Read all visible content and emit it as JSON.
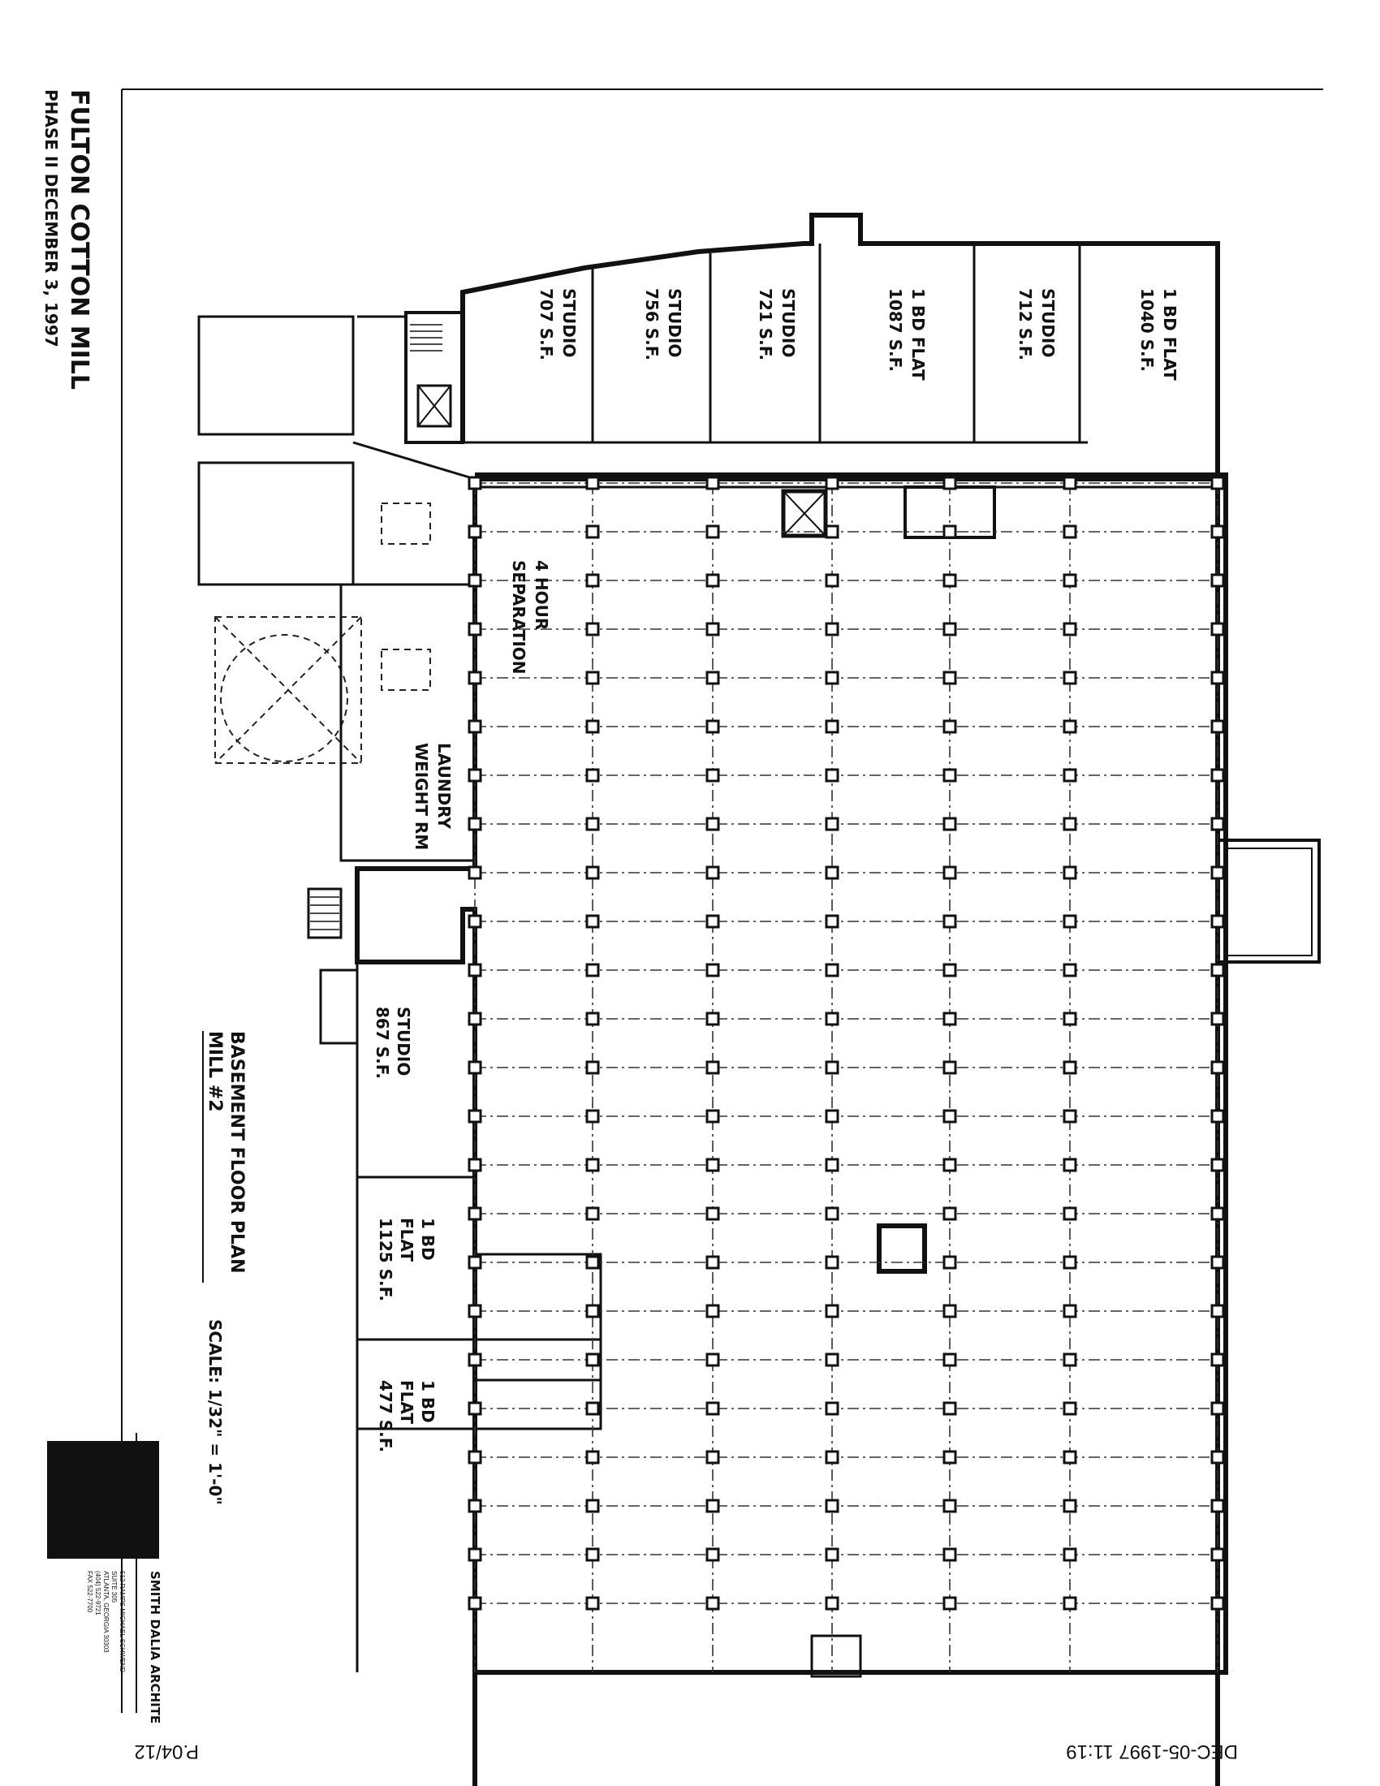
{
  "title_block": {
    "project": "FULTON COTTON MILL",
    "phase_date": "PHASE II  DECEMBER 3, 1997",
    "sheet_title": "BASEMENT FLOOR PLAN",
    "building": "MILL #2",
    "scale": "SCALE: 1/32\" = 1'-0\""
  },
  "architect": {
    "name": "SMITH DALIA ARCHITE",
    "address_lines": [
      "512 RAMPS MICHAEL SCHWEND",
      "SUITE 305",
      "ATLANTA, GEORGIA 30303",
      "(404) 522-9721",
      "FAX 522-7700"
    ]
  },
  "fax_header": {
    "timestamp": "DEC-05-1997  11:19",
    "page": "P.04/12"
  },
  "rooms_north": [
    {
      "type": "1 BD FLAT",
      "area": "1040 S.F."
    },
    {
      "type": "STUDIO",
      "area": "712 S.F."
    },
    {
      "type": "1 BD FLAT",
      "area": "1087 S.F."
    },
    {
      "type": "STUDIO",
      "area": "721 S.F."
    },
    {
      "type": "STUDIO",
      "area": "756 S.F."
    },
    {
      "type": "STUDIO",
      "area": "707 S.F."
    }
  ],
  "rooms_south": [
    {
      "type": "STUDIO",
      "area": "867 S.F."
    },
    {
      "type": "1 BD FLAT",
      "area": "1125 S.F."
    },
    {
      "type": "1 BD FLAT",
      "area": "477 S.F."
    }
  ],
  "annotations": {
    "separation_line1": "4 HOUR",
    "separation_line2": "SEPARATION",
    "laundry_line1": "LAUNDRY",
    "laundry_line2": "WEIGHT RM"
  }
}
